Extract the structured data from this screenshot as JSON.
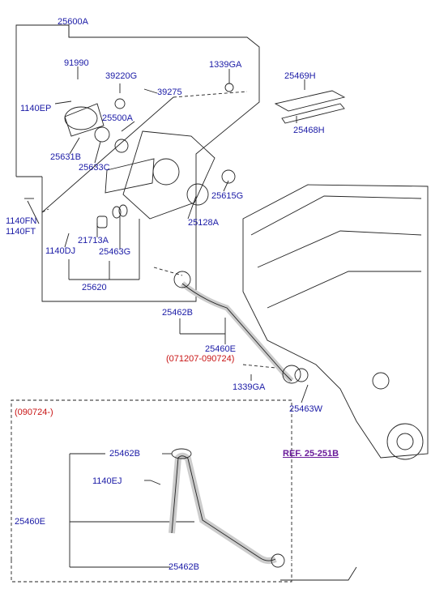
{
  "colors": {
    "part_label": "#1a1aa6",
    "date_label": "#c81414",
    "ref_label": "#6a1b9a",
    "line": "#222222"
  },
  "labels": {
    "l25600A": "25600A",
    "l91990": "91990",
    "l1140EP": "1140EP",
    "l39220G": "39220G",
    "l39275": "39275",
    "l1339GA_top": "1339GA",
    "l25469H": "25469H",
    "l25500A": "25500A",
    "l25468H": "25468H",
    "l25631B": "25631B",
    "l25633C": "25633C",
    "l25615G": "25615G",
    "l1140FN": "1140FN",
    "l1140FT": "1140FT",
    "l25128A": "25128A",
    "l21713A": "21713A",
    "l1140DJ": "1140DJ",
    "l25463G": "25463G",
    "l25620": "25620",
    "l25462B_top": "25462B",
    "l25460E_top": "25460E",
    "date_range_1": "(071207-090724)",
    "l1339GA_bottom": "1339GA",
    "l25463W": "25463W",
    "ref_label": "REF. 25-251B",
    "date_range_2": "(090724-)",
    "l25462B_inset_top": "25462B",
    "l1140EJ": "1140EJ",
    "l25460E_inset": "25460E",
    "l25462B_inset_bottom": "25462B"
  }
}
